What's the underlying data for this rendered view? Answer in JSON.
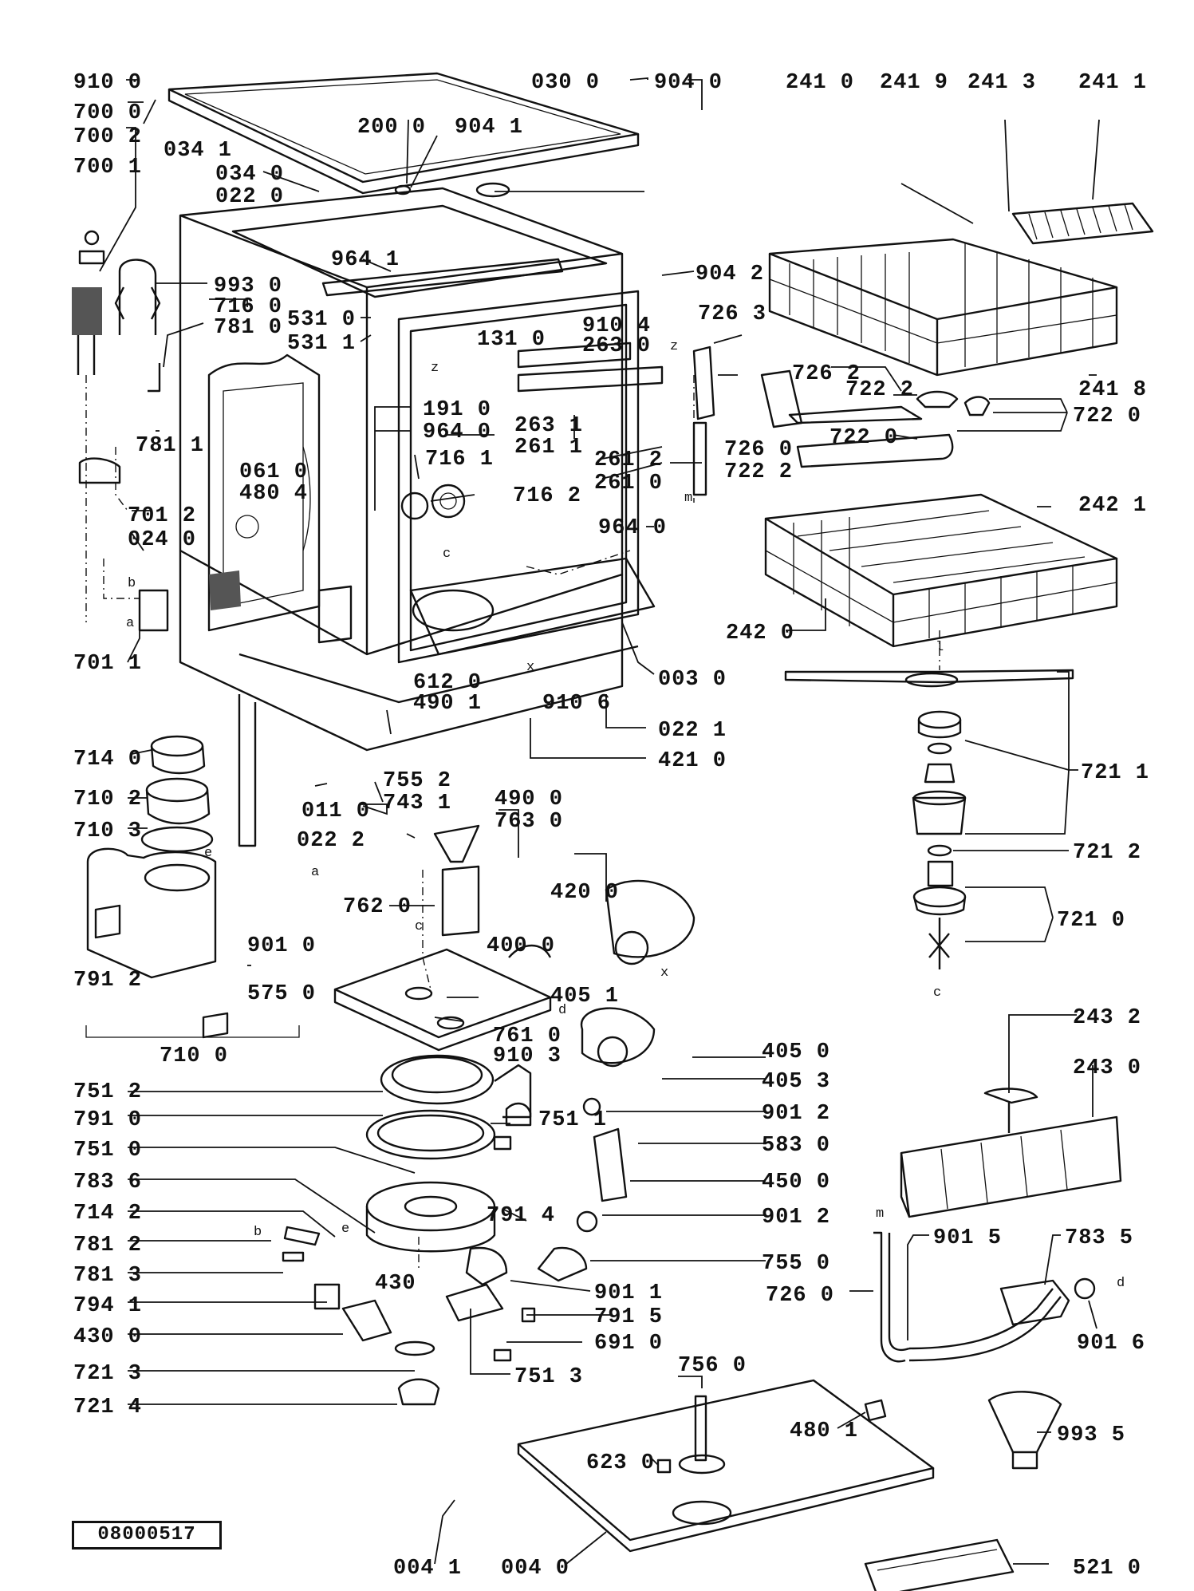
{
  "document_number": "08000517",
  "part_labels": {
    "p9100": "910 0",
    "p7000": "700 0",
    "p7002": "700 2",
    "p7001": "700 1",
    "p0341": "034 1",
    "p0300": "030 0",
    "p9040": "904 0",
    "p2000": "200 0",
    "p9041": "904 1",
    "p0340": "034 0",
    "p0220": "022 0",
    "p9930": "993 0",
    "p7160": "716 0",
    "p7810": "781 0",
    "p9641": "964 1",
    "p5310": "531 0",
    "p5311": "531 1",
    "p1310": "131 0",
    "p9104": "910 4",
    "p2630": "263 0",
    "p9042": "904 2",
    "p7263": "726 3",
    "p7262": "726 2",
    "p7811": "781 1",
    "p1910": "191 0",
    "p9640": "964 0",
    "p2631": "263 1",
    "p2611": "261 1",
    "p2612": "261 2",
    "p2610": "261 0",
    "p7260a": "726 0",
    "p7222": "722 2",
    "p0610": "061 0",
    "p4804": "480 4",
    "p7161": "716 1",
    "p7162": "716 2",
    "p7012": "701 2",
    "p0240": "024 0",
    "p9640b": "964 0",
    "p7011": "701 1",
    "p0030": "003 0",
    "p6120": "612 0",
    "p4901": "490 1",
    "p9106": "910 6",
    "p0221": "022 1",
    "p4210": "421 0",
    "p7140": "714 0",
    "p7552": "755 2",
    "p7431": "743 1",
    "p0110": "011 0",
    "p4900": "490 0",
    "p7630": "763 0",
    "p7102": "710 2",
    "p0222": "022 2",
    "p7103": "710 3",
    "p7620": "762 0",
    "p4200": "420 0",
    "p4000": "400 0",
    "p9010": "901 0",
    "p7912": "791 2",
    "p5750": "575 0",
    "p7100": "710 0",
    "p4051": "405 1",
    "p7610": "761 0",
    "p9103": "910 3",
    "p4050": "405 0",
    "p4053": "405 3",
    "p7512": "751 2",
    "p7910": "791 0",
    "p7510": "751 0",
    "p7511": "751 1",
    "p9012": "901 2",
    "p5830": "583 0",
    "p4500": "450 0",
    "p7836": "783 6",
    "p7914": "791 4",
    "p9012b": "901 2",
    "p7142": "714 2",
    "p7812": "781 2",
    "p7550": "755 0",
    "p7813": "781 3",
    "p4300": "430 0",
    "p9011": "901 1",
    "p7941": "794 1",
    "p4301": "430",
    "p7915": "791 5",
    "p6910": "691 0",
    "p7213": "721 3",
    "p7513": "751 3",
    "p7214": "721 4",
    "p2410": "241 0",
    "p2419": "241 9",
    "p2413": "241 3",
    "p2411": "241 1",
    "p2418": "241 8",
    "p7220a": "722 2",
    "p7220b": "722 0",
    "p7220c": "722 0",
    "p2421": "242 1",
    "p2420": "242 0",
    "p7211": "721 1",
    "p7212": "721 2",
    "p7210": "721 0",
    "p2432": "243 2",
    "p2430": "243 0",
    "p9015": "901 5",
    "p7835": "783 5",
    "p7260b": "726 0",
    "p9016": "901 6",
    "p7560": "756 0",
    "p4801": "480 1",
    "p6230": "623 0",
    "p9935": "993 5",
    "p0041": "004 1",
    "p0040": "004 0",
    "p5210": "521 0"
  },
  "connector_letters": {
    "a1": "a",
    "b1": "b",
    "a2": "a",
    "b2": "b",
    "c1": "c",
    "c2": "c",
    "c3": "c",
    "d1": "d",
    "d2": "d",
    "e1": "e",
    "e2": "e",
    "m1": "m",
    "m2": "m",
    "x1": "x",
    "x2": "x",
    "z1": "z",
    "z2": "z",
    "l1": "l"
  }
}
